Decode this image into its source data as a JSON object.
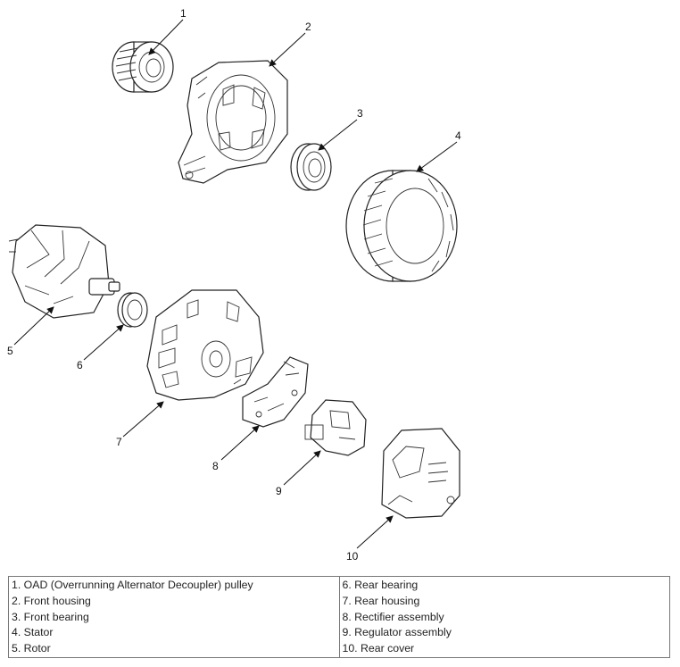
{
  "callouts": [
    "1",
    "2",
    "3",
    "4",
    "5",
    "6",
    "7",
    "8",
    "9",
    "10"
  ],
  "legend": {
    "left": [
      "1. OAD (Overrunning Alternator Decoupler) pulley",
      "2. Front housing",
      "3. Front bearing",
      "4. Stator",
      "5. Rotor"
    ],
    "right": [
      "6. Rear bearing",
      "7. Rear housing",
      "8. Rectifier assembly",
      "9. Regulator assembly",
      "10. Rear cover"
    ]
  }
}
